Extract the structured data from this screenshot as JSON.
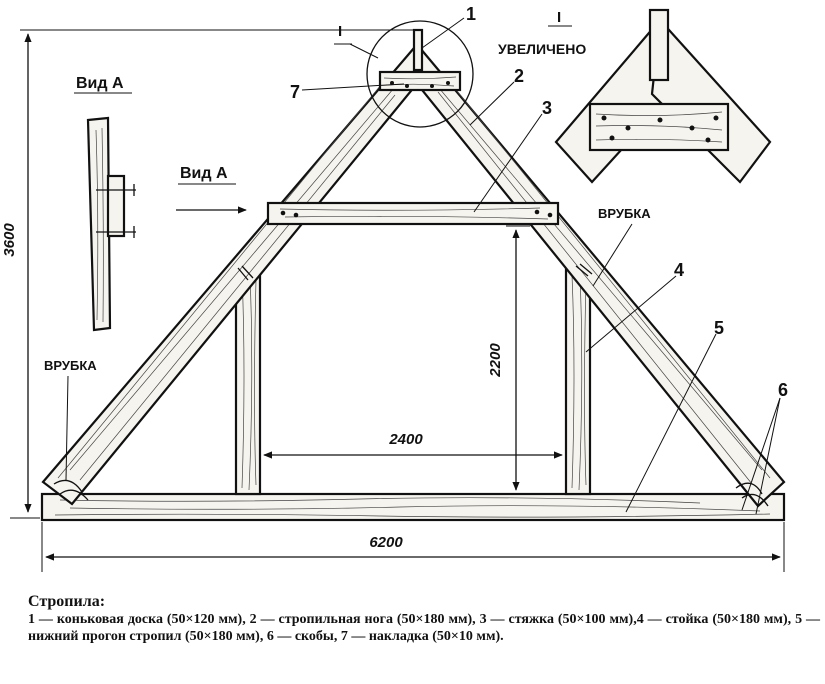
{
  "labels": {
    "view_a_top": "Вид А",
    "view_a_arrow": "Вид А",
    "node_mark": "I",
    "zoom_mark": "I",
    "enlarged": "УВЕЛИЧЕНО",
    "notch_right": "ВРУБКА",
    "notch_left": "ВРУБКА",
    "p1": "1",
    "p2": "2",
    "p3": "3",
    "p4": "4",
    "p5": "5",
    "p6": "6",
    "p7": "7"
  },
  "dimensions": {
    "total_height": "3600",
    "post_height": "2200",
    "post_spacing": "2400",
    "total_width": "6200"
  },
  "caption": {
    "title": "Стропила:",
    "text": "1 — коньковая доска (50×120 мм), 2 — стропильная нога (50×180 мм), 3 — стяжка (50×100 мм),4 — стойка (50×180 мм), 5 — нижний прогон стропил (50×180 мм), 6 — скобы, 7 — накладка (50×10 мм)."
  }
}
